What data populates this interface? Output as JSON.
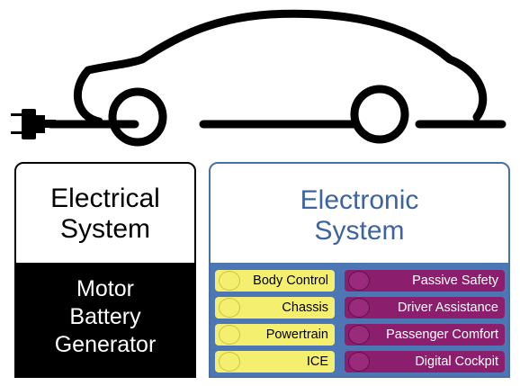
{
  "electrical": {
    "title_line1": "Electrical",
    "title_line2": "System",
    "components": [
      "Motor",
      "Battery",
      "Generator"
    ]
  },
  "electronic": {
    "title_line1": "Electronic",
    "title_line2": "System",
    "left_items": [
      "Body Control",
      "Chassis",
      "Powertrain",
      "ICE"
    ],
    "right_items": [
      "Passive Safety",
      "Driver Assistance",
      "Passenger Comfort",
      "Digital Cockpit"
    ]
  },
  "colors": {
    "electronic_accent": "#3d64a0",
    "panel_blue": "#4d76b4",
    "pill_yellow": "#f4ef6e",
    "pill_purple": "#8b1f6d"
  }
}
